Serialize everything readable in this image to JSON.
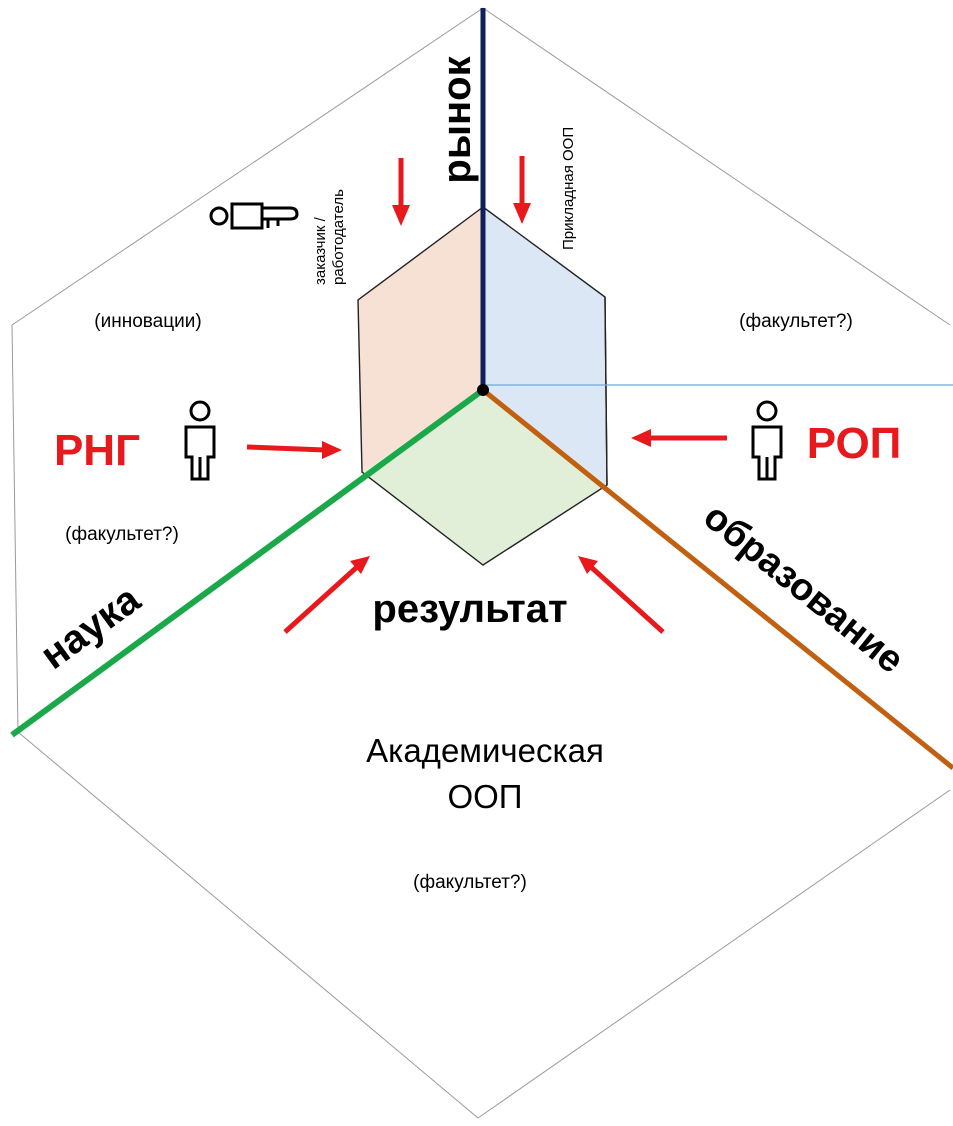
{
  "axes": {
    "market": "рынок",
    "science": "наука",
    "education": "образование",
    "result": "результат"
  },
  "roles": {
    "left_role": "РНГ",
    "right_role": "РОП",
    "customer": "заказчик / работодатель"
  },
  "sectors": {
    "innovations": "(инновации)",
    "faculty_left": "(факультет?)",
    "faculty_right": "(факультет?)",
    "faculty_bottom": "(факультет?)",
    "applied": "Прикладная ООП",
    "academic_line1": "Академическая",
    "academic_line2": "ООП"
  },
  "colors": {
    "market_axis": "#10205a",
    "science_axis": "#1aa84a",
    "education_axis": "#c06010",
    "arrow": "#e8191c",
    "face_left": "#f6e1d4",
    "face_right": "#dbe7f5",
    "face_bottom": "#e1efd8",
    "thin_blue": "#6fa8dc"
  },
  "icons": [
    "person-icon",
    "handshake-icon"
  ]
}
